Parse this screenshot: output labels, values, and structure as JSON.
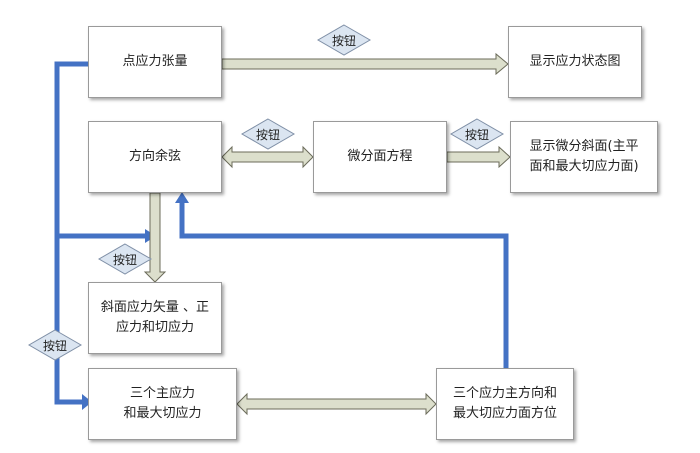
{
  "boxes": {
    "point_stress_tensor": "点应力张量",
    "show_stress_state": "显示应力状态图",
    "direction_cosine": "方向余弦",
    "micro_plane_equation": "微分面方程",
    "show_micro_plane_line1": "显示微分斜面(主平",
    "show_micro_plane_line2": "面和最大切应力面)",
    "inclined_stress_line1": "斜面应力矢量 、正",
    "inclined_stress_line2": "应力和切应力",
    "principal_stress_line1": "三个主应力",
    "principal_stress_line2": "和最大切应力",
    "principal_directions_line1": "三个应力主方向和",
    "principal_directions_line2": "最大切应力面方位"
  },
  "buttons": {
    "top": "按钮",
    "middle_left": "按钮",
    "middle_right": "按钮",
    "lower": "按钮",
    "left": "按钮"
  },
  "colors": {
    "blue_arrow": "#4472c4",
    "gray_arrow_fill": "#dcdfcc",
    "gray_arrow_stroke": "#6b6b5a",
    "diamond_fill": "#dbe5f1",
    "diamond_stroke": "#7f8fa6"
  }
}
